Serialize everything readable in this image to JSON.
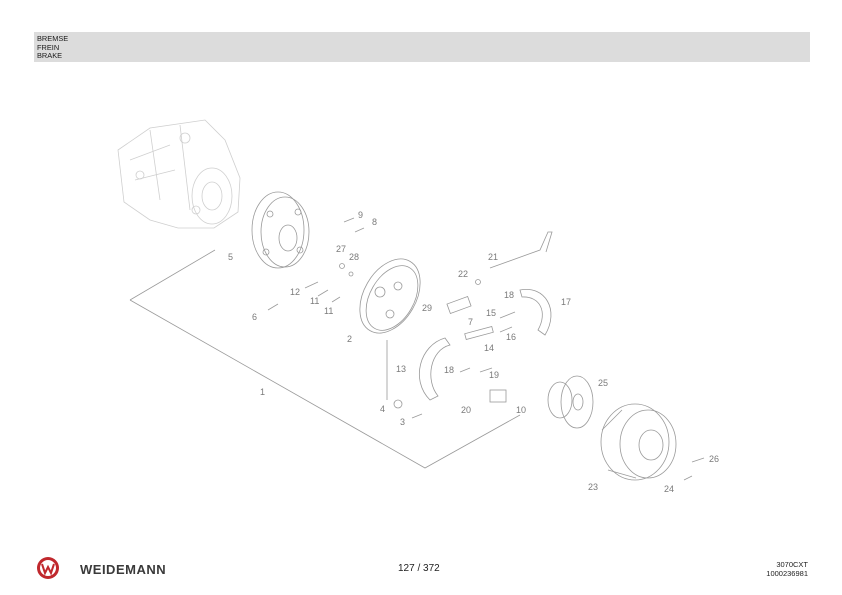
{
  "header": {
    "lines": [
      "BREMSE",
      "FREIN",
      "BRAKE"
    ]
  },
  "diagram": {
    "callouts": [
      "1",
      "2",
      "3",
      "4",
      "5",
      "6",
      "7",
      "8",
      "9",
      "10",
      "11",
      "11",
      "12",
      "13",
      "14",
      "15",
      "16",
      "17",
      "18",
      "18",
      "19",
      "20",
      "21",
      "22",
      "23",
      "24",
      "25",
      "26",
      "27",
      "28",
      "29"
    ]
  },
  "footer": {
    "brand": "WEIDEMANN",
    "page": "127 / 372",
    "model": "3070CXT",
    "doc_number": "1000236981",
    "logo_color": "#c0282d"
  }
}
